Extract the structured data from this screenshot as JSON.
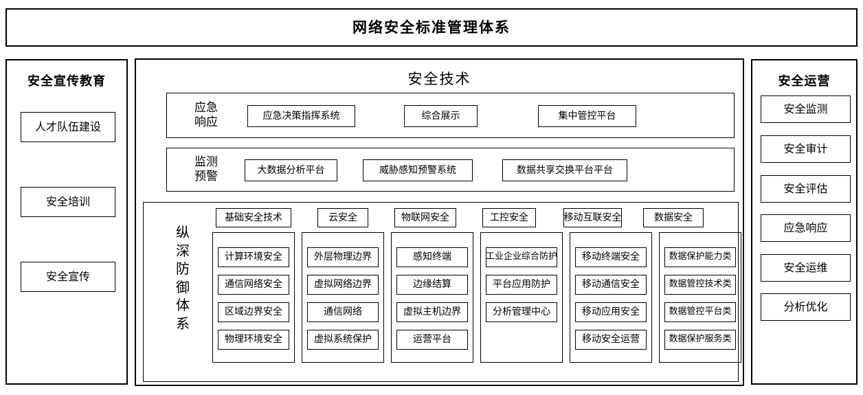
{
  "header": {
    "title": "网络安全标准管理体系"
  },
  "left_panel": {
    "title": "安全宣传教育",
    "items": [
      {
        "label": "人才队伍建设"
      },
      {
        "label": "安全培训"
      },
      {
        "label": "安全宣传"
      }
    ]
  },
  "right_panel": {
    "title": "安全运营",
    "items": [
      {
        "label": "安全监测"
      },
      {
        "label": "安全审计"
      },
      {
        "label": "安全评估"
      },
      {
        "label": "应急响应"
      },
      {
        "label": "安全运维"
      },
      {
        "label": "分析优化"
      }
    ]
  },
  "main_panel": {
    "title": "安全技术",
    "rows": [
      {
        "label_lines": [
          "应急",
          "响应"
        ],
        "items": [
          {
            "label": "应急决策指挥系统"
          },
          {
            "label": "综合展示"
          },
          {
            "label": "集中管控平台"
          }
        ]
      },
      {
        "label_lines": [
          "监测",
          "预警"
        ],
        "items": [
          {
            "label": "大数据分析平台"
          },
          {
            "label": "威胁感知预警系统"
          },
          {
            "label": "数据共享交换平台平台"
          }
        ]
      }
    ],
    "matrix": {
      "vertical_label": "纵深防御体系",
      "vertical_label_chars": [
        "纵",
        "深",
        "防",
        "御",
        "体",
        "系"
      ],
      "columns": [
        {
          "header": "基础安全技术",
          "cells": [
            "计算环境安全",
            "通信网络安全",
            "区域边界安全",
            "物理环境安全"
          ]
        },
        {
          "header": "云安全",
          "cells": [
            "外层物理边界",
            "虚拟网络边界",
            "通信网络",
            "虚拟系统保护"
          ]
        },
        {
          "header": "物联网安全",
          "cells": [
            "感知终端",
            "边缘结算",
            "虚拟主机边界",
            "运营平台"
          ]
        },
        {
          "header": "工控安全",
          "cells": [
            "工业企业综合防护",
            "平台应用防护",
            "分析管理中心"
          ]
        },
        {
          "header": "移动互联安全",
          "cells": [
            "移动终端安全",
            "移动通信安全",
            "移动应用安全",
            "移动安全运营"
          ]
        },
        {
          "header": "数据安全",
          "cells": [
            "数据保护能力类",
            "数据管控技术类",
            "数据管控平台类",
            "数据保护服务类"
          ]
        }
      ]
    }
  },
  "colors": {
    "border": "#000000",
    "background": "#ffffff",
    "text": "#000000"
  }
}
